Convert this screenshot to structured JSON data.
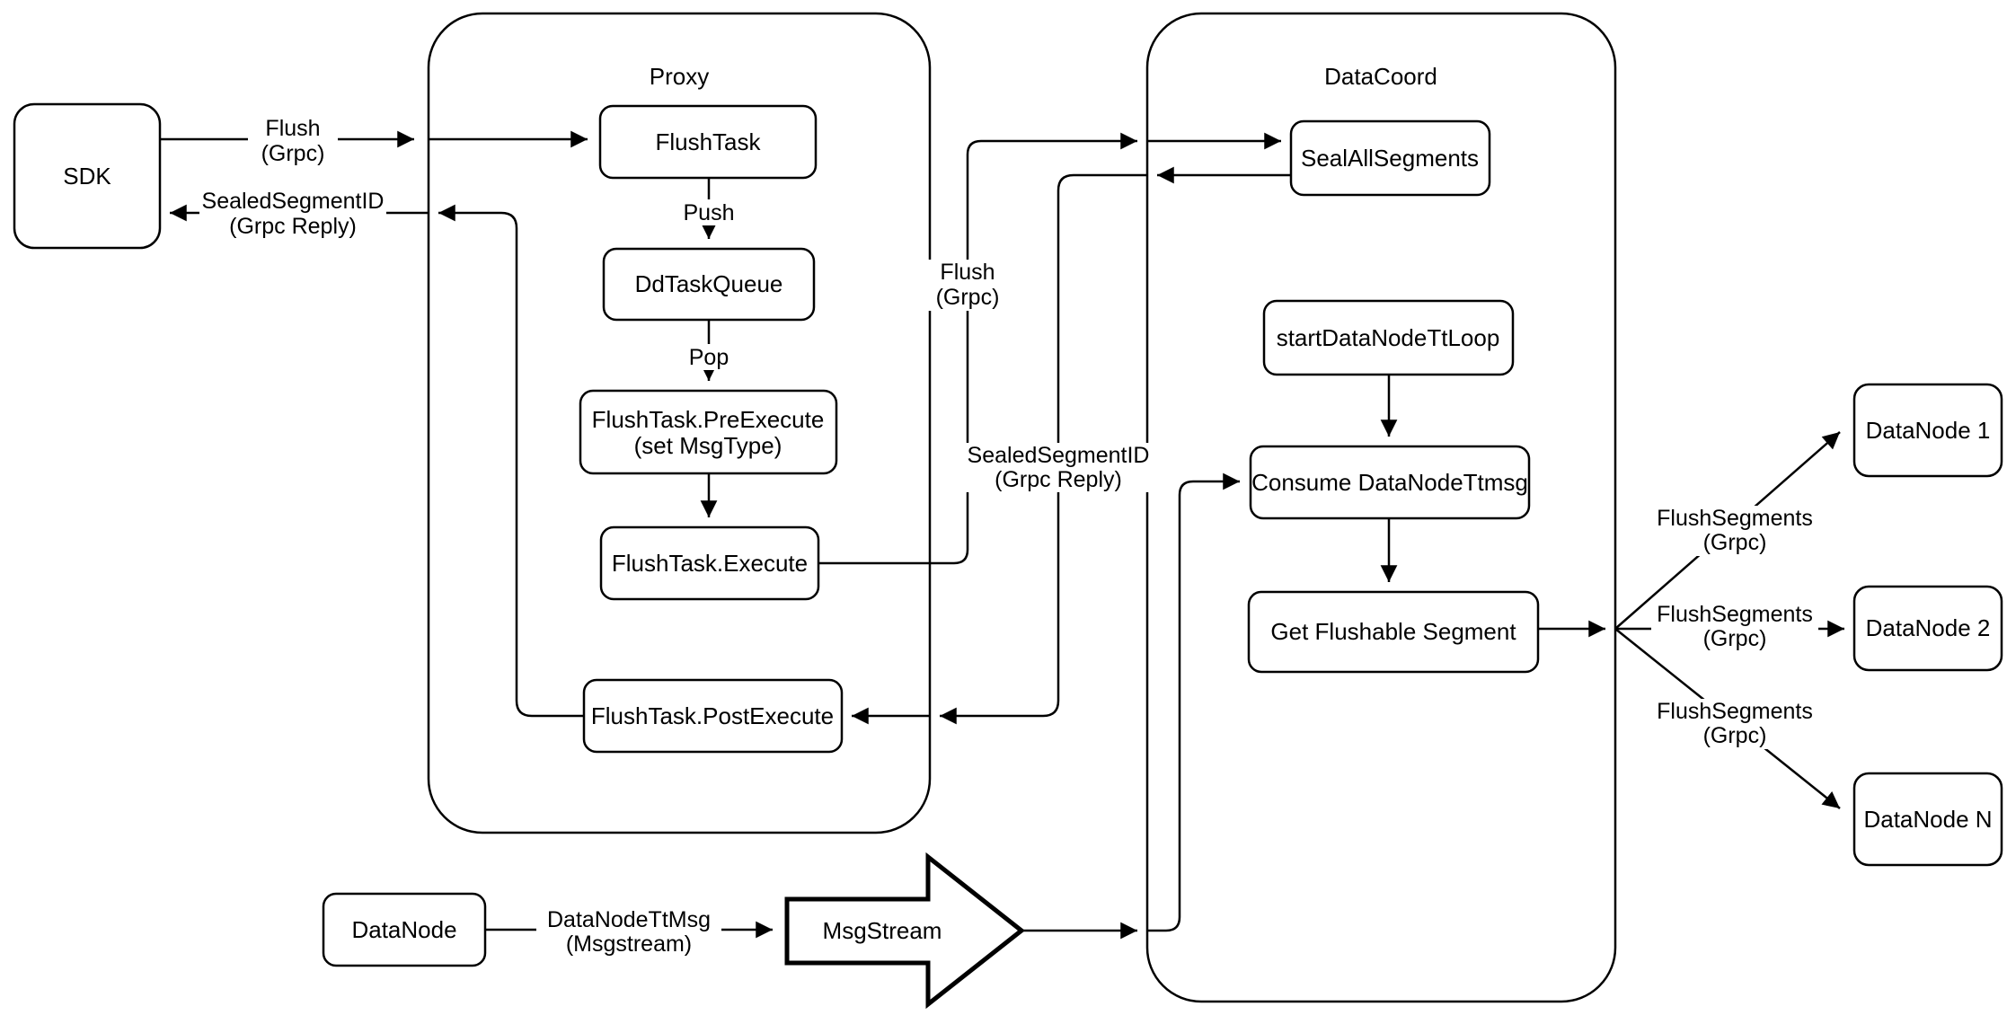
{
  "diagram": {
    "background": "#ffffff",
    "line_color": "#000000",
    "containers": {
      "proxy": {
        "title": "Proxy"
      },
      "datacoord": {
        "title": "DataCoord"
      }
    },
    "nodes": {
      "sdk": {
        "label": "SDK"
      },
      "flushtask": {
        "label": "FlushTask"
      },
      "ddtaskqueue": {
        "label": "DdTaskQueue"
      },
      "preexecute": {
        "label_line1": "FlushTask.PreExecute",
        "label_line2": "(set MsgType)"
      },
      "execute": {
        "label": "FlushTask.Execute"
      },
      "postexecute": {
        "label": "FlushTask.PostExecute"
      },
      "sealallsegments": {
        "label": "SealAllSegments"
      },
      "startdatanodettloop": {
        "label": "startDataNodeTtLoop"
      },
      "consumedatanodettmsg": {
        "label": "Consume DataNodeTtmsg"
      },
      "getflushablesegment": {
        "label": "Get Flushable Segment"
      },
      "datanode1": {
        "label": "DataNode 1"
      },
      "datanode2": {
        "label": "DataNode 2"
      },
      "datanoden": {
        "label": "DataNode N"
      },
      "datanode_bottom": {
        "label": "DataNode"
      },
      "msgstream": {
        "label": "MsgStream"
      }
    },
    "edge_labels": {
      "flush_sdk_proxy": {
        "line1": "Flush",
        "line2": "(Grpc)"
      },
      "sealed_proxy_sdk": {
        "line1": "SealedSegmentID",
        "line2": "(Grpc Reply)"
      },
      "push": {
        "label": "Push"
      },
      "pop": {
        "label": "Pop"
      },
      "flush_proxy_datacoord": {
        "line1": "Flush",
        "line2": "(Grpc)"
      },
      "sealed_datacoord_proxy": {
        "line1": "SealedSegmentID",
        "line2": "(Grpc Reply)"
      },
      "flushsegments_1": {
        "line1": "FlushSegments",
        "line2": "(Grpc)"
      },
      "flushsegments_2": {
        "line1": "FlushSegments",
        "line2": "(Grpc)"
      },
      "flushsegments_3": {
        "line1": "FlushSegments",
        "line2": "(Grpc)"
      },
      "datanodettmsg": {
        "line1": "DataNodeTtMsg",
        "line2": "(Msgstream)"
      }
    }
  }
}
